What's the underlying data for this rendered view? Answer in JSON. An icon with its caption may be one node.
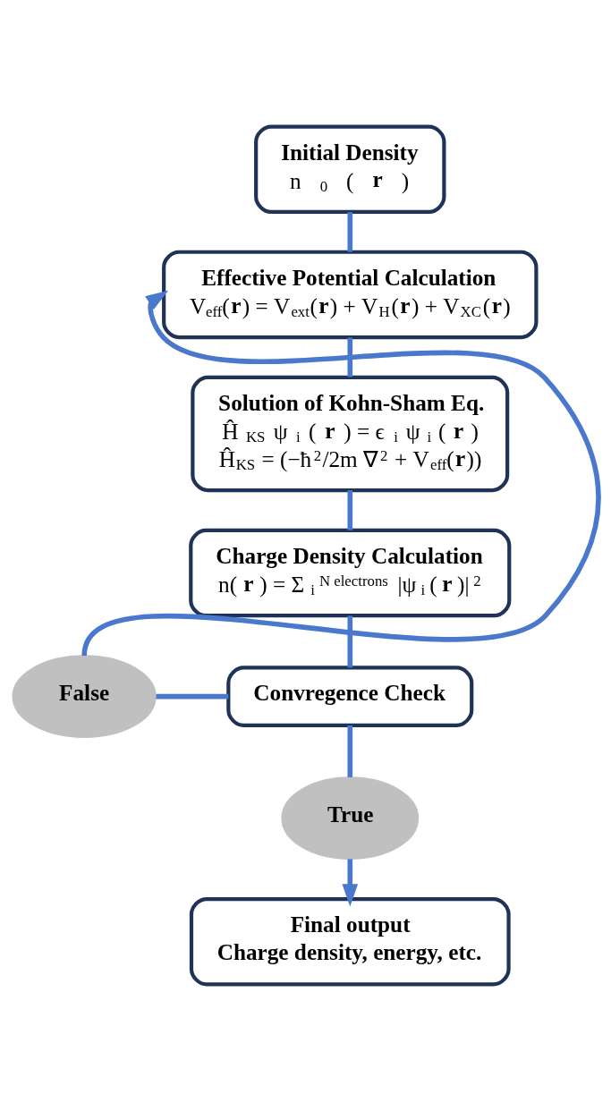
{
  "diagram": {
    "nodes": [
      {
        "text": [
          "Initial Density",
          "n$_{0}$(**r**)"
        ]
      },
      {
        "text": [
          "Effective Potential Calculation",
          "V$_{eff}$(**r**) = V$_{ext}$(**r**) + V$_{H}$(**r**) + V$_{XC}$(**r**)"
        ]
      },
      {
        "text": [
          "Solution of Kohn-Sham Eq.",
          "Ĥ$_{KS}$ψ$_{i}$(**r**) = ϵ$_{i}$ψ$_{i}$(**r**)",
          "Ĥ$_{KS}$ = (−ħ$^{2}$/2m ∇$^{2}$ + V$_{eff}$(**r**))"
        ]
      },
      {
        "text": [
          "Charge Density Calculation",
          "n(**r**) = Σ$_{i}$$^{N electrons}$ |ψ$_{i}$(**r**)|$^{2}$"
        ]
      },
      {
        "text": [
          "Convregence Check"
        ]
      },
      {
        "text": [
          "False"
        ]
      },
      {
        "text": [
          "True"
        ]
      },
      {
        "text": [
          "Final output",
          "Charge density, energy, etc."
        ]
      }
    ],
    "edges": [
      {
        "from": 0,
        "to": 1,
        "arrow": "none"
      },
      {
        "from": 1,
        "to": 2,
        "arrow": "none"
      },
      {
        "from": 2,
        "to": 3,
        "arrow": "none"
      },
      {
        "from": 3,
        "to": 4,
        "arrow": "none"
      },
      {
        "from": 4,
        "to": 5,
        "arrow": "none"
      },
      {
        "from": 5,
        "to": 1,
        "arrow": "to"
      },
      {
        "from": 4,
        "to": 6,
        "arrow": "none"
      },
      {
        "from": 6,
        "to": 7,
        "arrow": "to"
      }
    ]
  }
}
